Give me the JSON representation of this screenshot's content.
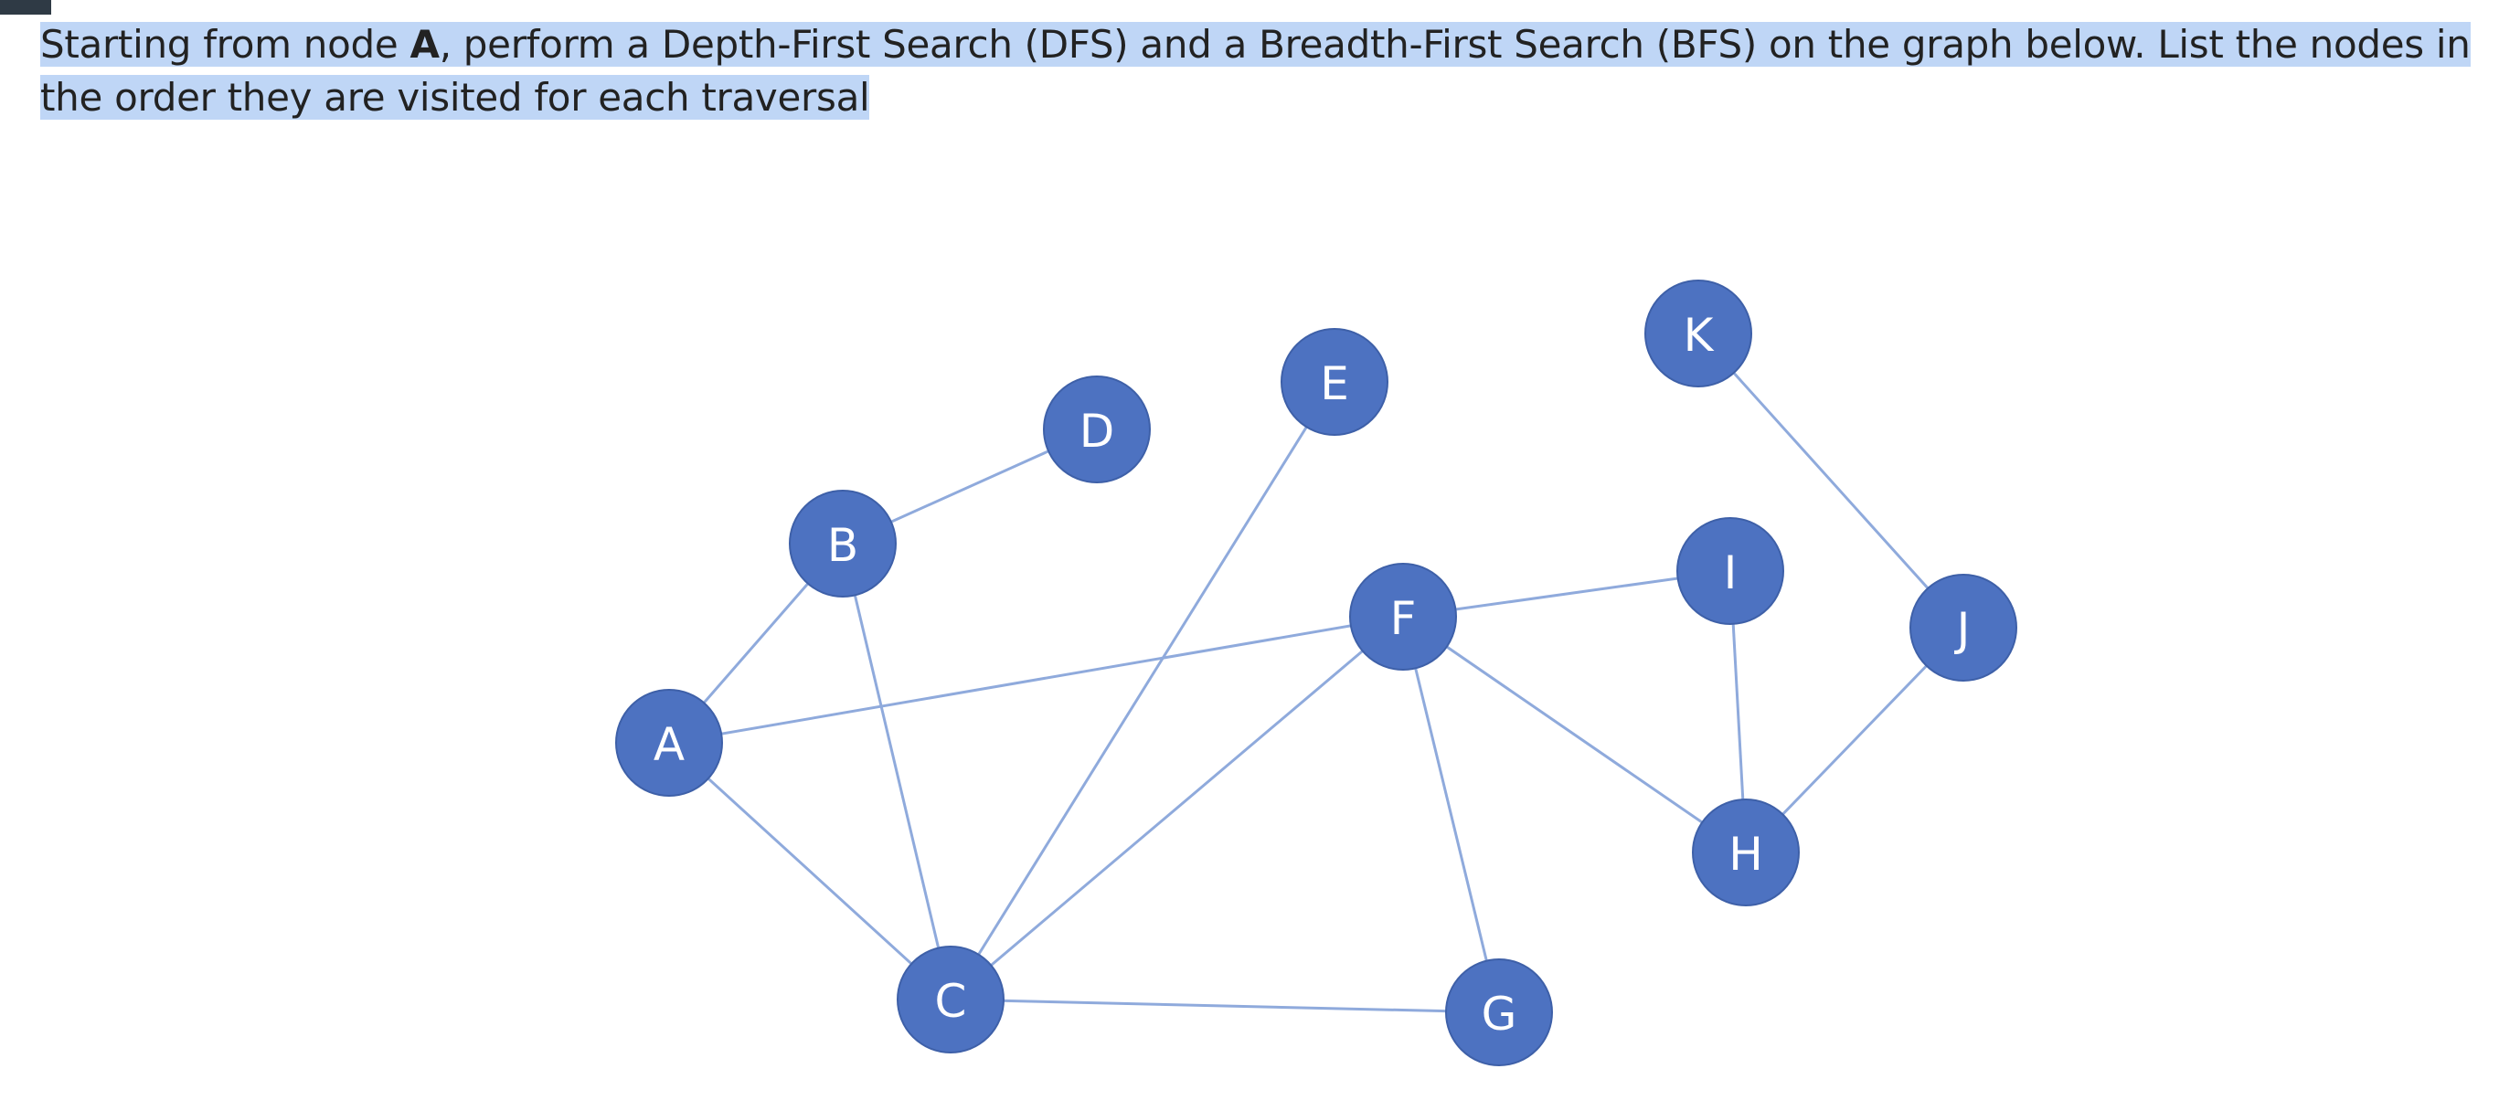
{
  "question": {
    "part1": "Starting from node ",
    "start_node": "A",
    "part2": ", perform a Depth-First Search (DFS) and a Breadth-First Search (BFS) on the graph below. List the nodes in the order they are visited for each traversal"
  },
  "colors": {
    "node_fill": "#4d72c1",
    "edge": "#8faadc",
    "highlight": "#bfd6f6"
  },
  "graph": {
    "nodes": [
      "A",
      "B",
      "C",
      "D",
      "E",
      "F",
      "G",
      "H",
      "I",
      "J",
      "K"
    ],
    "edges": [
      [
        "A",
        "B"
      ],
      [
        "A",
        "C"
      ],
      [
        "A",
        "F"
      ],
      [
        "B",
        "D"
      ],
      [
        "B",
        "C"
      ],
      [
        "C",
        "E"
      ],
      [
        "C",
        "F"
      ],
      [
        "C",
        "G"
      ],
      [
        "F",
        "I"
      ],
      [
        "F",
        "G"
      ],
      [
        "F",
        "H"
      ],
      [
        "I",
        "H"
      ],
      [
        "H",
        "J"
      ],
      [
        "J",
        "K"
      ]
    ]
  }
}
